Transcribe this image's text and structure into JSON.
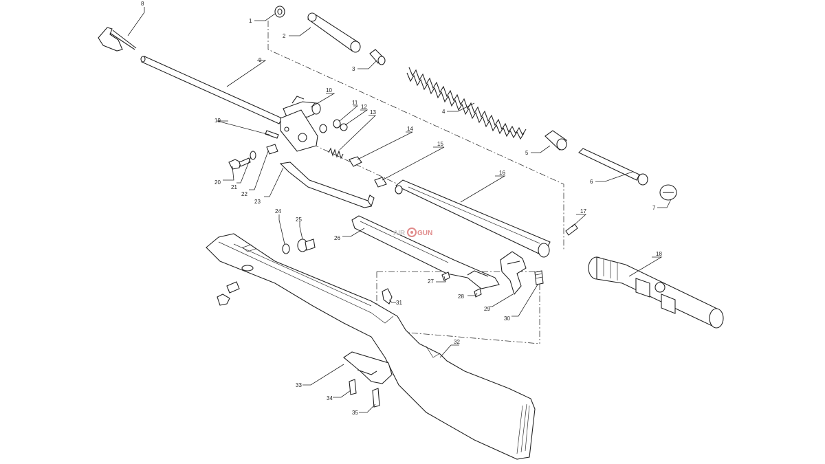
{
  "watermark": {
    "left": "AIR",
    "right": "GUN",
    "accent": "#e08a8a",
    "muted": "#c9c9c9"
  },
  "part_numbers": [
    "1",
    "2",
    "3",
    "4",
    "5",
    "6",
    "7",
    "8",
    "9",
    "10",
    "11",
    "12",
    "13",
    "14",
    "15",
    "16",
    "17",
    "18",
    "19",
    "20",
    "21",
    "22",
    "23",
    "24",
    "25",
    "26",
    "27",
    "28",
    "29",
    "30",
    "31",
    "32",
    "33",
    "34",
    "35"
  ]
}
